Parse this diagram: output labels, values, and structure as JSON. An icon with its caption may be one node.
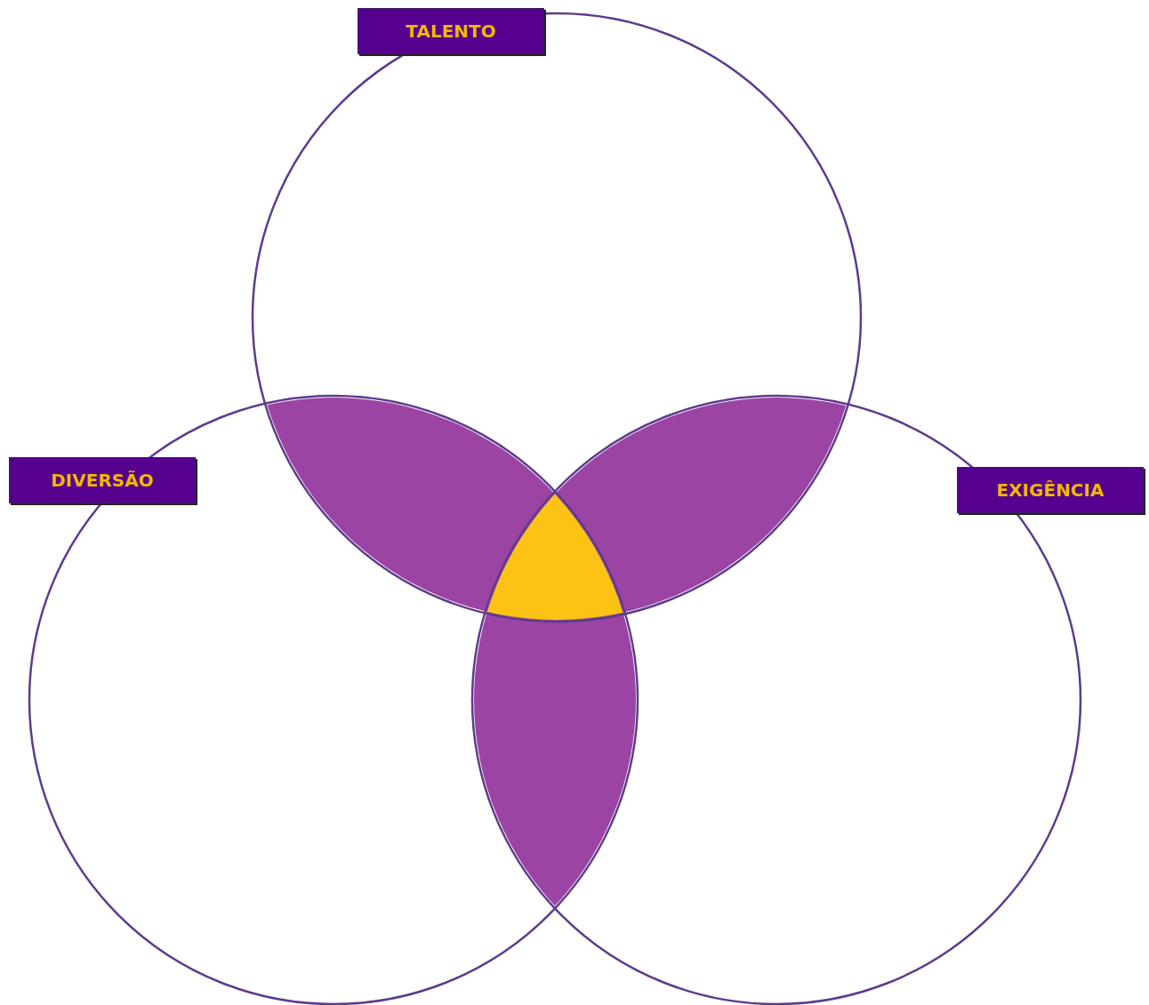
{
  "diagram": {
    "nodes": [
      {
        "text": [
          "TALENTO"
        ]
      },
      {
        "text": [
          "DIVERSÃO"
        ]
      },
      {
        "text": [
          "EXIGÊNCIA"
        ]
      }
    ]
  }
}
